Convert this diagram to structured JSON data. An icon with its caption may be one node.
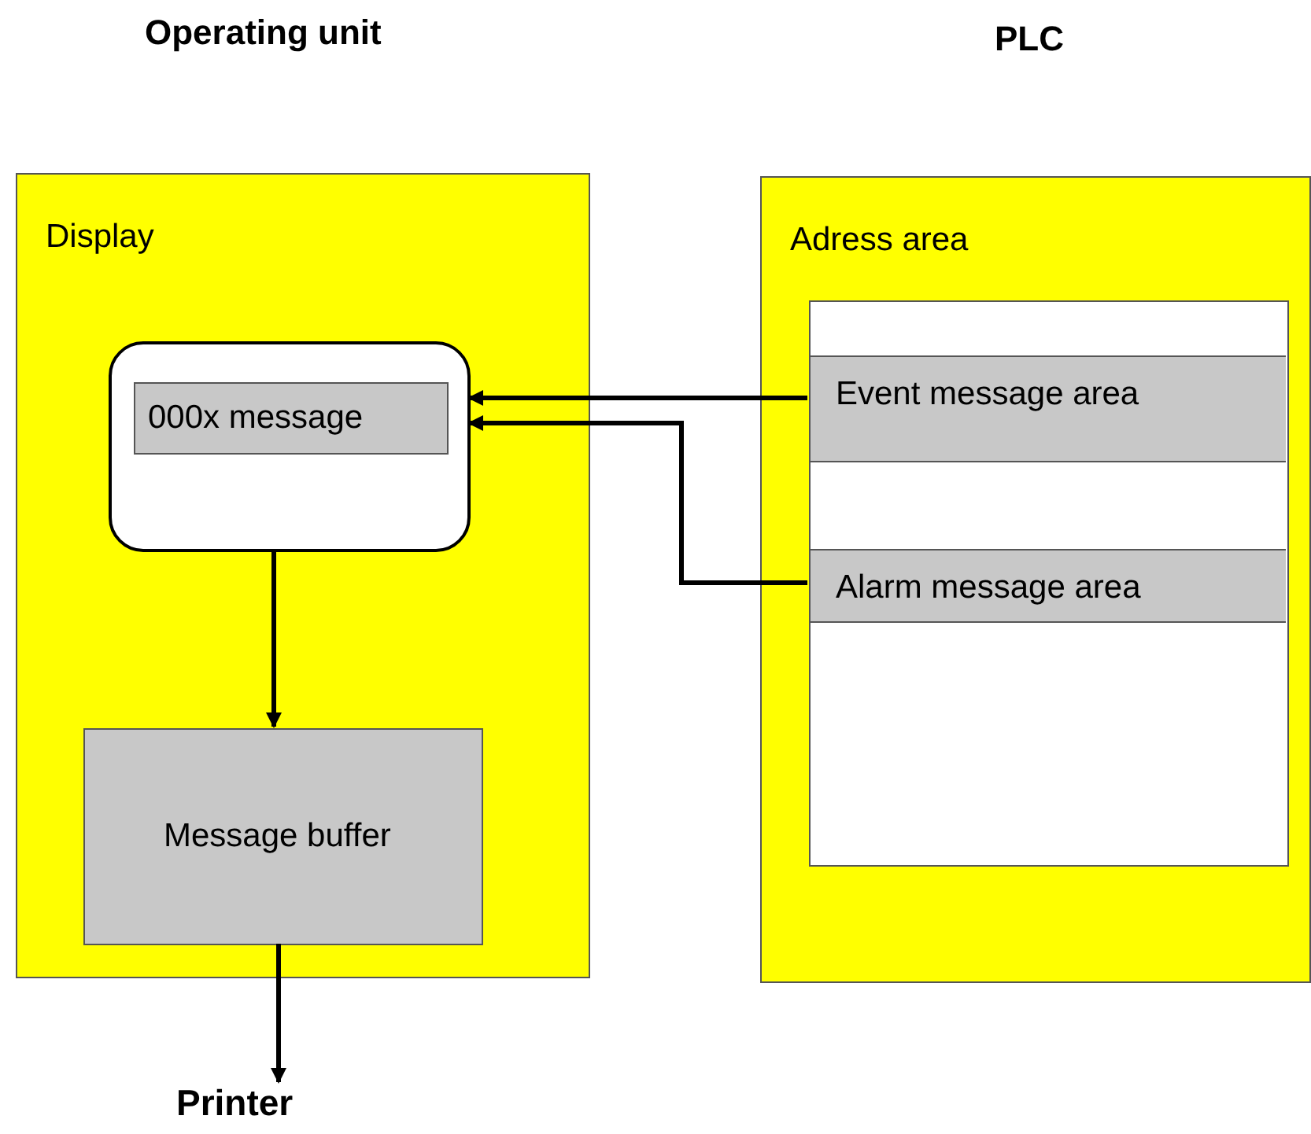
{
  "diagram": {
    "nodes": [
      {
        "text": [
          "Display"
        ]
      },
      {
        "text": [],
        "shape": "box",
        "in": 0
      },
      {
        "text": [
          "000x message"
        ],
        "in": 1
      },
      {
        "text": [
          "Message buffer"
        ],
        "in": 0
      },
      {
        "text": [
          "Printer"
        ]
      },
      {
        "text": [
          "Adress area"
        ]
      },
      {
        "text": [],
        "shape": "box",
        "in": 5
      },
      {
        "text": [
          "Event message area"
        ],
        "in": 6
      },
      {
        "text": [
          "Alarm message area"
        ],
        "in": 6
      }
    ],
    "edges": [
      {
        "from": 7,
        "to": 1,
        "arrow": "to"
      },
      {
        "from": 8,
        "to": 1,
        "arrow": "to"
      },
      {
        "from": 1,
        "to": 3,
        "arrow": "to"
      },
      {
        "from": 3,
        "to": 4,
        "arrow": "to"
      }
    ],
    "labels": [
      "Operating unit",
      "PLC"
    ]
  }
}
